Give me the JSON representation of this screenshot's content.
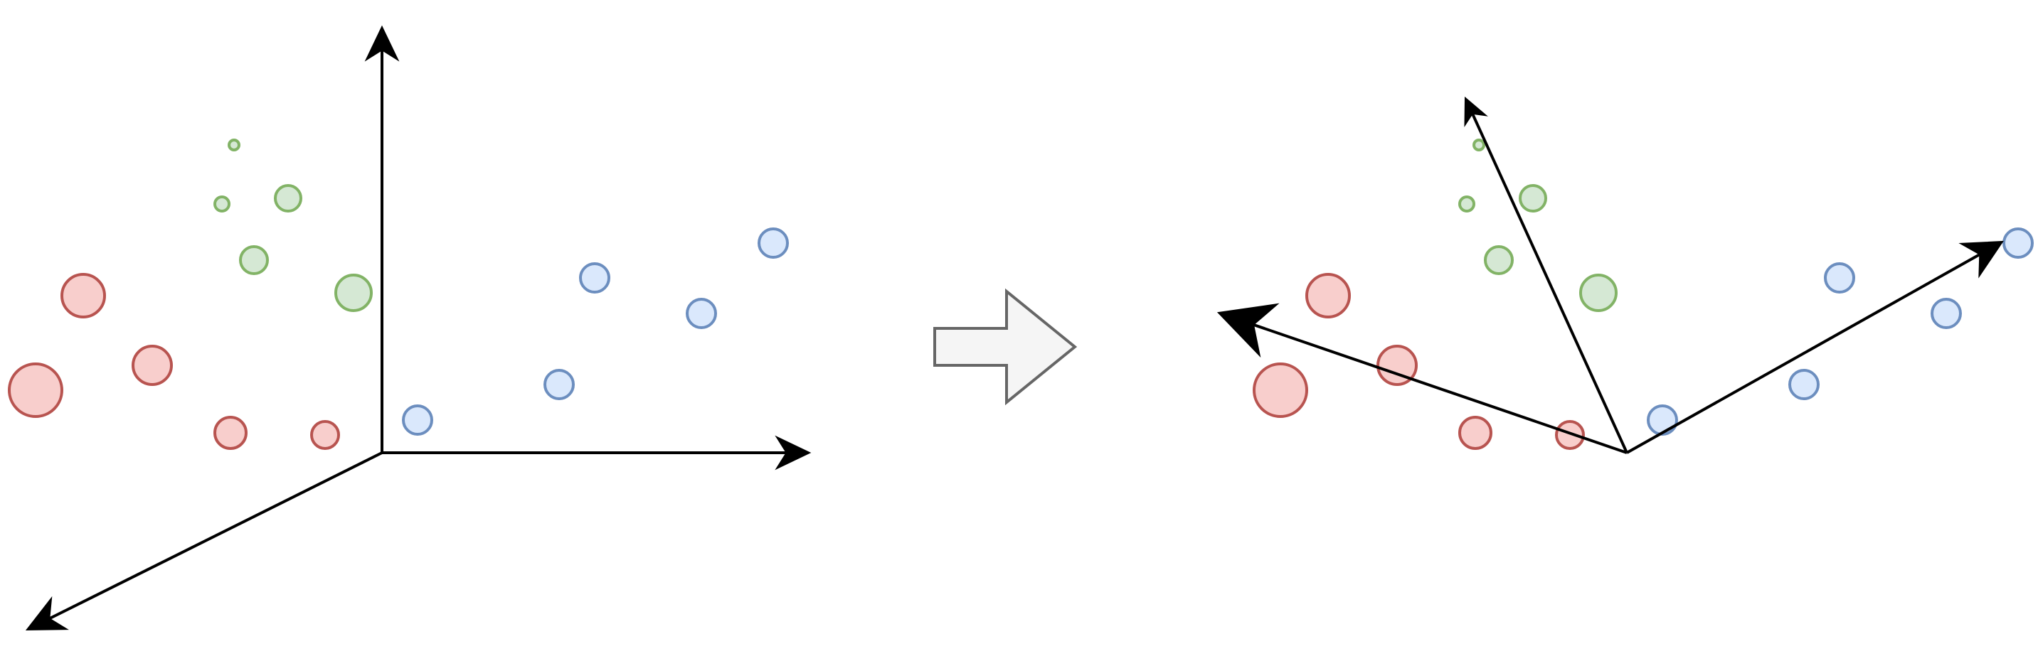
{
  "colors": {
    "background": "#ffffff",
    "axis": "#000000",
    "red_fill": "#f8cecc",
    "red_stroke": "#b85450",
    "green_fill": "#d5e8d4",
    "green_stroke": "#82b366",
    "blue_fill": "#dae8fc",
    "blue_stroke": "#6c8ebf",
    "arrow_fill": "#f5f5f5",
    "arrow_stroke": "#666666"
  },
  "left_panel": {
    "axes": [
      "axis-up",
      "axis-right",
      "axis-down-left"
    ],
    "point_groups": [
      "red",
      "green",
      "blue"
    ]
  },
  "transition": {
    "icon": "block-arrow-right-icon"
  },
  "right_panel": {
    "axes": [
      "axis-rotated-up",
      "axis-rotated-left",
      "axis-rotated-right"
    ],
    "point_groups": [
      "red",
      "green",
      "blue"
    ]
  }
}
